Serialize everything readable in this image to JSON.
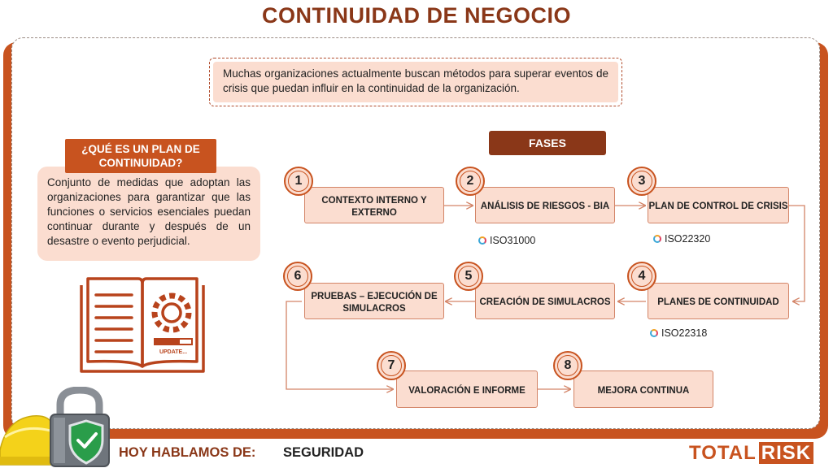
{
  "title": "CONTINUIDAD DE NEGOCIO",
  "intro_text": "Muchas organizaciones actualmente buscan métodos para superar eventos de crisis que puedan influir en la continuidad de la organización.",
  "definition": {
    "title": "¿QUÉ ES UN PLAN DE CONTINUIDAD?",
    "text": "Conjunto de medidas que adoptan las organizaciones para garantizar que las funciones o servicios esenciales puedan continuar durante y después de un desastre o evento perjudicial."
  },
  "book_icon": {
    "icon": "book-gear-icon",
    "label": "UPDATE..."
  },
  "phases_label": "FASES",
  "phases": [
    {
      "num": "1",
      "label": "CONTEXTO INTERNO Y EXTERNO"
    },
    {
      "num": "2",
      "label": "ANÁLISIS DE RIESGOS - BIA"
    },
    {
      "num": "3",
      "label": "PLAN DE CONTROL DE CRISIS"
    },
    {
      "num": "4",
      "label": "PLANES DE CONTINUIDAD"
    },
    {
      "num": "5",
      "label": "CREACIÓN DE SIMULACROS"
    },
    {
      "num": "6",
      "label": "PRUEBAS – EJECUCIÓN DE SIMULACROS"
    },
    {
      "num": "7",
      "label": "VALORACIÓN E INFORME"
    },
    {
      "num": "8",
      "label": "MEJORA CONTINUA"
    }
  ],
  "iso_refs": {
    "phase2": "ISO31000",
    "phase3": "ISO22320",
    "phase4": "ISO22318"
  },
  "footer": {
    "label": "HOY HABLAMOS DE:",
    "topic": "SEGURIDAD",
    "logo_total": "TOTAL",
    "logo_risk": "RISK"
  },
  "colors": {
    "brand": "#c8531f",
    "dark_brand": "#8a3718",
    "box_fill": "#fbddd0"
  }
}
